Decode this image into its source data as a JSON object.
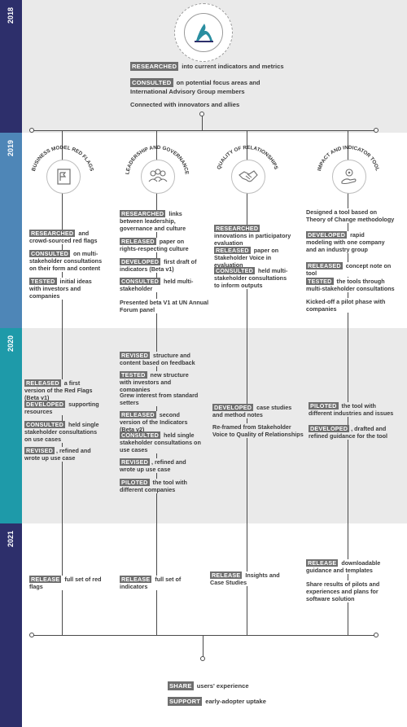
{
  "years": [
    {
      "label": "2018",
      "color": "#2d2f6b"
    },
    {
      "label": "2019",
      "color": "#4e86b7"
    },
    {
      "label": "2020",
      "color": "#1e9aa9"
    },
    {
      "label": "2021",
      "color": "#2d2f6b"
    }
  ],
  "intro": [
    {
      "tag": "RESEARCHED",
      "text": " into current indicators and metrics"
    },
    {
      "tag": "CONSULTED",
      "text": " on potential focus areas and International Advisory Group members"
    },
    {
      "tag": "",
      "text": "Connected with innovators and allies"
    }
  ],
  "tracks": [
    {
      "title": "BUSINESS MODEL RED FLAGS",
      "icon": "flag-document-icon"
    },
    {
      "title": "LEADERSHIP AND GOVERNANCE",
      "icon": "people-group-icon"
    },
    {
      "title": "QUALITY OF RELATIONSHIPS",
      "icon": "handshake-icon"
    },
    {
      "title": "IMPACT AND INDICATOR TOOL",
      "icon": "hand-gear-icon"
    }
  ],
  "col1": {
    "y2019": [
      {
        "tag": "RESEARCHED",
        "text": " and crowd-sourced red flags"
      },
      {
        "tag": "CONSULTED",
        "text": " on multi-stakeholder consultations on their form and content"
      },
      {
        "tag": "TESTED",
        "text": " initial ideas with investors and companies"
      }
    ],
    "y2020": [
      {
        "tag": "RELEASED",
        "text": " a first version of the Red Flags (Beta v1)"
      },
      {
        "tag": "DEVELOPED",
        "text": " supporting resources"
      },
      {
        "tag": "CONSULTED",
        "text": " held single stakeholder consultations on use cases"
      },
      {
        "tag": "REVISED",
        "text": ", refined and wrote up use case"
      }
    ],
    "y2021": [
      {
        "tag": "RELEASE",
        "text": " full set of red flags"
      }
    ]
  },
  "col2": {
    "y2019": [
      {
        "tag": "RESEARCHED",
        "text": " links between leadership, governance and culture"
      },
      {
        "tag": "RELEASED",
        "text": " paper on rights-respecting culture"
      },
      {
        "tag": "DEVELOPED",
        "text": " first draft of indicators (Beta v1)"
      },
      {
        "tag": "CONSULTED",
        "text": " held multi-stakeholder"
      },
      {
        "tag": "",
        "text": "Presented beta V1 at UN Annual Forum panel"
      }
    ],
    "y2020": [
      {
        "tag": "REVISED",
        "text": " structure and content based on feedback"
      },
      {
        "tag": "TESTED",
        "text": " new structure with investors and companies"
      },
      {
        "tag": "",
        "text": "Grew interest from standard setters"
      },
      {
        "tag": "RELEASED",
        "text": " second version of the Indicators (Beta v2)"
      },
      {
        "tag": "CONSULTED",
        "text": " held single stakeholder consultations on use cases"
      },
      {
        "tag": "REVISED",
        "text": ", refined and wrote up use case"
      },
      {
        "tag": "PILOTED",
        "text": " the tool with different companies"
      }
    ],
    "y2021": [
      {
        "tag": "RELEASE",
        "text": " full set of indicators"
      }
    ]
  },
  "col3": {
    "y2019": [
      {
        "tag": "RESEARCHED",
        "text": " innovations in participatory evaluation"
      },
      {
        "tag": "RELEASED",
        "text": " paper on Stakeholder Voice in evaluation"
      },
      {
        "tag": "CONSULTED",
        "text": " held multi-stakeholder consultations to inform outputs"
      }
    ],
    "y2020": [
      {
        "tag": "DEVELOPED",
        "text": " case studies and method notes"
      },
      {
        "tag": "",
        "text": "Re-framed from Stakeholder Voice to Quality of Relationships"
      }
    ],
    "y2021": [
      {
        "tag": "RELEASE",
        "text": " Insights and Case Studies"
      }
    ]
  },
  "col4": {
    "y2019": [
      {
        "tag": "",
        "text": "Designed a tool based on Theory of Change methodology"
      },
      {
        "tag": "DEVELOPED",
        "text": " rapid modeling with one company and an industry group"
      },
      {
        "tag": "RELEASED",
        "text": " concept note on tool"
      },
      {
        "tag": "TESTED",
        "text": " the tools through multi-stakeholder consultations"
      },
      {
        "tag": "",
        "text": "Kicked-off a pilot phase with companies"
      }
    ],
    "y2020": [
      {
        "tag": "PILOTED",
        "text": " the tool with different industries and issues"
      },
      {
        "tag": "DEVELOPED",
        "text": ", drafted and refined guidance for the tool"
      }
    ],
    "y2021": [
      {
        "tag": "RELEASE",
        "text": " downloadable guidance and templates"
      },
      {
        "tag": "",
        "text": "Share results of pilots and experiences and plans for software solution"
      }
    ]
  },
  "outro": [
    {
      "tag": "SHARE",
      "text": " users' experience"
    },
    {
      "tag": "SUPPORT",
      "text": " early-adopter uptake"
    }
  ]
}
